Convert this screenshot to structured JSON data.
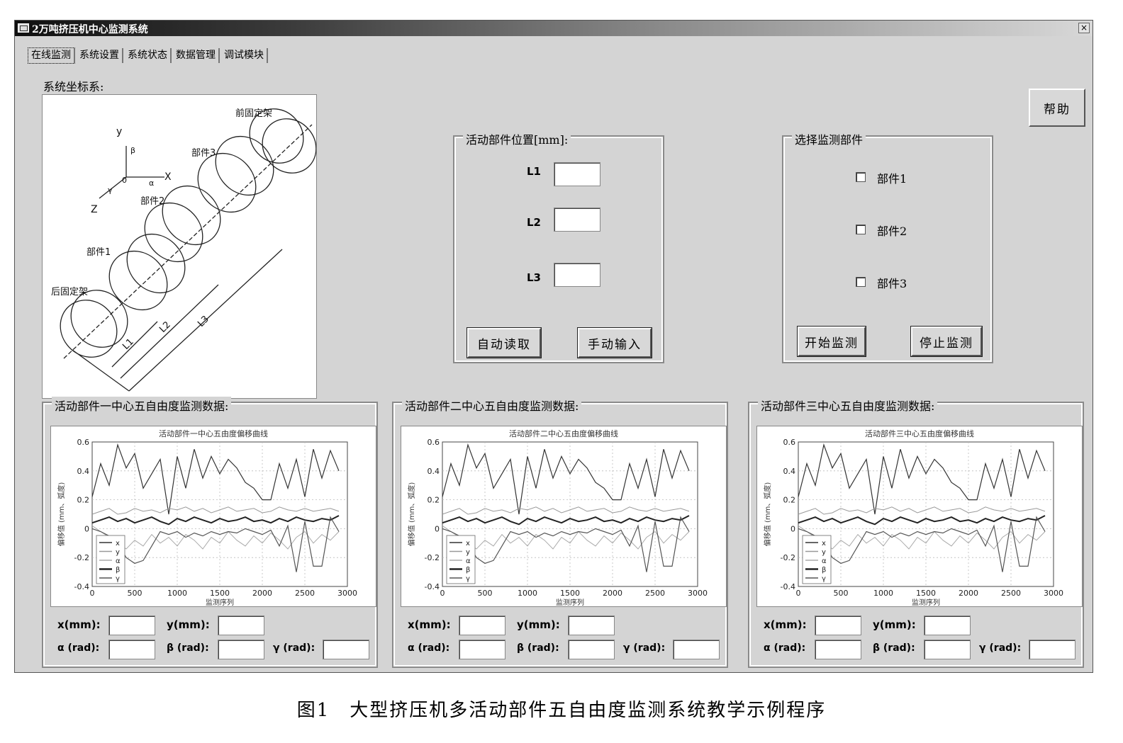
{
  "window": {
    "title": "2万吨挤压机中心监测系统",
    "close_glyph": "×"
  },
  "tabs": [
    {
      "label": "在线监测",
      "active": true
    },
    {
      "label": "系统设置"
    },
    {
      "label": "系统状态"
    },
    {
      "label": "数据管理"
    },
    {
      "label": "调试模块"
    }
  ],
  "coordinate_section": {
    "label": "系统坐标系:",
    "diagram": {
      "axis_y": "y",
      "axis_x": "X",
      "axis_z": "Z",
      "origin": "0",
      "angle_beta": "β",
      "angle_gamma": "γ",
      "angle_alpha": "α",
      "front_support": "前固定架",
      "part3": "部件3",
      "part2": "部件2",
      "part1": "部件1",
      "rear_support": "后固定架",
      "dim_l1": "L1",
      "dim_l2": "L2",
      "dim_l3": "L3"
    }
  },
  "help_button": "帮助",
  "position_group": {
    "title": "活动部件位置[mm]:",
    "fields": [
      {
        "label": "L1",
        "value": ""
      },
      {
        "label": "L2",
        "value": ""
      },
      {
        "label": "L3",
        "value": ""
      }
    ],
    "auto_read": "自动读取",
    "manual_input": "手动输入"
  },
  "select_group": {
    "title": "选择监测部件",
    "options": [
      {
        "label": "部件1",
        "checked": false
      },
      {
        "label": "部件2",
        "checked": false
      },
      {
        "label": "部件3",
        "checked": false
      }
    ],
    "start": "开始监测",
    "stop": "停止监测"
  },
  "panels": [
    {
      "title": "活动部件一中心五自由度监测数据:",
      "plot_title": "活动部件一中心五由度偏移曲线"
    },
    {
      "title": "活动部件二中心五自由度监测数据:",
      "plot_title": "活动部件二中心五由度偏移曲线"
    },
    {
      "title": "活动部件三中心五自由度监测数据:",
      "plot_title": "活动部件三中心五由度偏移曲线"
    }
  ],
  "readout_labels": {
    "x": "x(mm):",
    "y": "y(mm):",
    "alpha": "α (rad):",
    "beta": "β (rad):",
    "gamma": "γ (rad):"
  },
  "chart_data": [
    {
      "type": "line",
      "xlabel": "监测序列",
      "ylabel": "偏移值 (mm、弧度)",
      "xlim": [
        0,
        3000
      ],
      "ylim": [
        -0.4,
        0.6
      ],
      "xticks": [
        "0",
        "500",
        "1000",
        "1500",
        "2000",
        "2500",
        "3000"
      ],
      "yticks": [
        "-0.4",
        "-0.2",
        "0",
        "0.2",
        "0.4",
        "0.6"
      ],
      "grid": true,
      "legend_position": "lower-left",
      "x": [
        0,
        100,
        200,
        300,
        400,
        500,
        600,
        700,
        800,
        900,
        1000,
        1100,
        1200,
        1300,
        1400,
        1500,
        1600,
        1700,
        1800,
        1900,
        2000,
        2100,
        2200,
        2300,
        2400,
        2500,
        2600,
        2700,
        2800,
        2900
      ],
      "series": [
        {
          "name": "x",
          "color": "#333333",
          "width": 1.2,
          "values": [
            0.22,
            0.45,
            0.3,
            0.58,
            0.42,
            0.52,
            0.28,
            0.38,
            0.48,
            0.1,
            0.5,
            0.28,
            0.55,
            0.35,
            0.5,
            0.38,
            0.48,
            0.42,
            0.32,
            0.28,
            0.2,
            0.2,
            0.45,
            0.28,
            0.48,
            0.22,
            0.55,
            0.35,
            0.54,
            0.4
          ]
        },
        {
          "name": "y",
          "color": "#999999",
          "width": 1.0,
          "values": [
            0.1,
            0.12,
            0.14,
            0.1,
            0.11,
            0.14,
            0.12,
            0.13,
            0.11,
            0.14,
            0.13,
            0.15,
            0.12,
            0.14,
            0.11,
            0.13,
            0.15,
            0.12,
            0.13,
            0.14,
            0.11,
            0.12,
            0.15,
            0.13,
            0.12,
            0.14,
            0.12,
            0.13,
            0.14,
            0.12
          ]
        },
        {
          "name": "α",
          "color": "#aaaaaa",
          "width": 1.0,
          "values": [
            0.02,
            -0.02,
            -0.06,
            -0.1,
            -0.14,
            -0.08,
            -0.12,
            -0.04,
            -0.1,
            -0.06,
            -0.12,
            -0.04,
            -0.08,
            -0.14,
            -0.06,
            -0.1,
            -0.02,
            -0.08,
            -0.12,
            -0.05,
            -0.1,
            -0.03,
            -0.08,
            -0.14,
            -0.06,
            -0.02,
            -0.1,
            -0.04,
            -0.08,
            -0.02
          ]
        },
        {
          "name": "β",
          "color": "#222222",
          "width": 2.0,
          "values": [
            0.04,
            0.06,
            0.08,
            0.05,
            0.07,
            0.04,
            0.06,
            0.08,
            0.05,
            0.03,
            0.07,
            0.05,
            0.08,
            0.06,
            0.04,
            0.07,
            0.05,
            0.06,
            0.08,
            0.05,
            0.06,
            0.04,
            0.07,
            0.05,
            0.08,
            0.06,
            0.05,
            0.07,
            0.06,
            0.09
          ]
        },
        {
          "name": "γ",
          "color": "#555555",
          "width": 1.2,
          "values": [
            0.0,
            -0.02,
            -0.05,
            -0.1,
            -0.2,
            -0.24,
            -0.22,
            -0.12,
            -0.02,
            -0.04,
            -0.02,
            -0.06,
            -0.03,
            -0.05,
            -0.02,
            -0.04,
            -0.02,
            -0.03,
            0.0,
            -0.02,
            -0.04,
            -0.01,
            -0.12,
            0.02,
            -0.3,
            0.05,
            -0.26,
            -0.26,
            0.08,
            -0.02
          ]
        }
      ]
    },
    {
      "type": "line",
      "xlabel": "监测序列",
      "ylabel": "偏移值 (mm、弧度)",
      "xlim": [
        0,
        3000
      ],
      "ylim": [
        -0.4,
        0.6
      ],
      "xticks": [
        "0",
        "500",
        "1000",
        "1500",
        "2000",
        "2500",
        "3000"
      ],
      "yticks": [
        "-0.4",
        "-0.2",
        "0",
        "0.2",
        "0.4",
        "0.6"
      ],
      "grid": true,
      "legend_position": "lower-left",
      "x": [
        0,
        100,
        200,
        300,
        400,
        500,
        600,
        700,
        800,
        900,
        1000,
        1100,
        1200,
        1300,
        1400,
        1500,
        1600,
        1700,
        1800,
        1900,
        2000,
        2100,
        2200,
        2300,
        2400,
        2500,
        2600,
        2700,
        2800,
        2900
      ],
      "series": [
        {
          "name": "x",
          "color": "#333333",
          "width": 1.2,
          "values": [
            0.22,
            0.45,
            0.3,
            0.58,
            0.42,
            0.52,
            0.28,
            0.38,
            0.48,
            0.1,
            0.5,
            0.28,
            0.55,
            0.35,
            0.5,
            0.38,
            0.48,
            0.42,
            0.32,
            0.28,
            0.2,
            0.2,
            0.45,
            0.28,
            0.48,
            0.22,
            0.55,
            0.35,
            0.54,
            0.4
          ]
        },
        {
          "name": "y",
          "color": "#999999",
          "width": 1.0,
          "values": [
            0.1,
            0.12,
            0.14,
            0.1,
            0.11,
            0.14,
            0.12,
            0.13,
            0.11,
            0.14,
            0.13,
            0.15,
            0.12,
            0.14,
            0.11,
            0.13,
            0.15,
            0.12,
            0.13,
            0.14,
            0.11,
            0.12,
            0.15,
            0.13,
            0.12,
            0.14,
            0.12,
            0.13,
            0.14,
            0.12
          ]
        },
        {
          "name": "α",
          "color": "#aaaaaa",
          "width": 1.0,
          "values": [
            0.02,
            -0.02,
            -0.06,
            -0.1,
            -0.14,
            -0.08,
            -0.12,
            -0.04,
            -0.1,
            -0.06,
            -0.12,
            -0.04,
            -0.08,
            -0.14,
            -0.06,
            -0.1,
            -0.02,
            -0.08,
            -0.12,
            -0.05,
            -0.1,
            -0.03,
            -0.08,
            -0.14,
            -0.06,
            -0.02,
            -0.1,
            -0.04,
            -0.08,
            -0.02
          ]
        },
        {
          "name": "β",
          "color": "#222222",
          "width": 2.0,
          "values": [
            0.04,
            0.06,
            0.08,
            0.05,
            0.07,
            0.04,
            0.06,
            0.08,
            0.05,
            0.03,
            0.07,
            0.05,
            0.08,
            0.06,
            0.04,
            0.07,
            0.05,
            0.06,
            0.08,
            0.05,
            0.06,
            0.04,
            0.07,
            0.05,
            0.08,
            0.06,
            0.05,
            0.07,
            0.06,
            0.09
          ]
        },
        {
          "name": "γ",
          "color": "#555555",
          "width": 1.2,
          "values": [
            0.0,
            -0.02,
            -0.05,
            -0.1,
            -0.2,
            -0.24,
            -0.22,
            -0.12,
            -0.02,
            -0.04,
            -0.02,
            -0.06,
            -0.03,
            -0.05,
            -0.02,
            -0.04,
            -0.02,
            -0.03,
            0.0,
            -0.02,
            -0.04,
            -0.01,
            -0.12,
            0.02,
            -0.3,
            0.05,
            -0.26,
            -0.26,
            0.08,
            -0.02
          ]
        }
      ]
    },
    {
      "type": "line",
      "xlabel": "监测序列",
      "ylabel": "偏移值 (mm、弧度)",
      "xlim": [
        0,
        3000
      ],
      "ylim": [
        -0.4,
        0.6
      ],
      "xticks": [
        "0",
        "500",
        "1000",
        "1500",
        "2000",
        "2500",
        "3000"
      ],
      "yticks": [
        "-0.4",
        "-0.2",
        "0",
        "0.2",
        "0.4",
        "0.6"
      ],
      "grid": true,
      "legend_position": "lower-left",
      "x": [
        0,
        100,
        200,
        300,
        400,
        500,
        600,
        700,
        800,
        900,
        1000,
        1100,
        1200,
        1300,
        1400,
        1500,
        1600,
        1700,
        1800,
        1900,
        2000,
        2100,
        2200,
        2300,
        2400,
        2500,
        2600,
        2700,
        2800,
        2900
      ],
      "series": [
        {
          "name": "x",
          "color": "#333333",
          "width": 1.2,
          "values": [
            0.22,
            0.45,
            0.3,
            0.58,
            0.42,
            0.52,
            0.28,
            0.38,
            0.48,
            0.1,
            0.5,
            0.28,
            0.55,
            0.35,
            0.5,
            0.38,
            0.48,
            0.42,
            0.32,
            0.28,
            0.2,
            0.2,
            0.45,
            0.28,
            0.48,
            0.22,
            0.55,
            0.35,
            0.54,
            0.4
          ]
        },
        {
          "name": "y",
          "color": "#999999",
          "width": 1.0,
          "values": [
            0.1,
            0.12,
            0.14,
            0.1,
            0.11,
            0.14,
            0.12,
            0.13,
            0.11,
            0.14,
            0.13,
            0.15,
            0.12,
            0.14,
            0.11,
            0.13,
            0.15,
            0.12,
            0.13,
            0.14,
            0.11,
            0.12,
            0.15,
            0.13,
            0.12,
            0.14,
            0.12,
            0.13,
            0.14,
            0.12
          ]
        },
        {
          "name": "α",
          "color": "#aaaaaa",
          "width": 1.0,
          "values": [
            0.02,
            -0.02,
            -0.06,
            -0.1,
            -0.14,
            -0.08,
            -0.12,
            -0.04,
            -0.1,
            -0.06,
            -0.12,
            -0.04,
            -0.08,
            -0.14,
            -0.06,
            -0.1,
            -0.02,
            -0.08,
            -0.12,
            -0.05,
            -0.1,
            -0.03,
            -0.08,
            -0.14,
            -0.06,
            -0.02,
            -0.1,
            -0.04,
            -0.08,
            -0.02
          ]
        },
        {
          "name": "β",
          "color": "#222222",
          "width": 2.0,
          "values": [
            0.04,
            0.06,
            0.08,
            0.05,
            0.07,
            0.04,
            0.06,
            0.08,
            0.05,
            0.03,
            0.07,
            0.05,
            0.08,
            0.06,
            0.04,
            0.07,
            0.05,
            0.06,
            0.08,
            0.05,
            0.06,
            0.04,
            0.07,
            0.05,
            0.08,
            0.06,
            0.05,
            0.07,
            0.06,
            0.09
          ]
        },
        {
          "name": "γ",
          "color": "#555555",
          "width": 1.2,
          "values": [
            0.0,
            -0.02,
            -0.05,
            -0.1,
            -0.2,
            -0.24,
            -0.22,
            -0.12,
            -0.02,
            -0.04,
            -0.02,
            -0.06,
            -0.03,
            -0.05,
            -0.02,
            -0.04,
            -0.02,
            -0.03,
            0.0,
            -0.02,
            -0.04,
            -0.01,
            -0.12,
            0.02,
            -0.3,
            0.05,
            -0.26,
            -0.26,
            0.08,
            -0.02
          ]
        }
      ]
    }
  ],
  "caption": "图1　大型挤压机多活动部件五自由度监测系统教学示例程序"
}
